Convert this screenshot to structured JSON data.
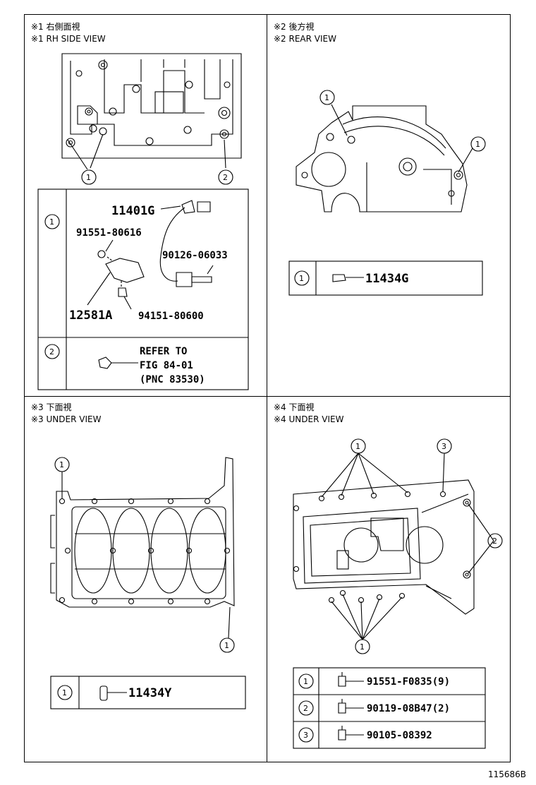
{
  "views": {
    "v1": {
      "title_jp": "※1 右側面視",
      "title_en": "※1 RH SIDE VIEW"
    },
    "v2": {
      "title_jp": "※2 後方視",
      "title_en": "※2 REAR VIEW"
    },
    "v3": {
      "title_jp": "※3 下面視",
      "title_en": "※3 UNDER VIEW"
    },
    "v4": {
      "title_jp": "※4 下面視",
      "title_en": "※4 UNDER VIEW"
    }
  },
  "callouts": {
    "c1": "1",
    "c2": "2",
    "c3": "3"
  },
  "parts": {
    "p11401G": "11401G",
    "p91551_80616": "91551-80616",
    "p90126_06033": "90126-06033",
    "p12581A": "12581A",
    "p94151_80600": "94151-80600",
    "refer1": "REFER TO",
    "refer2": "FIG 84-01",
    "refer3": "(PNC 83530)",
    "p11434G": "11434G",
    "p11434Y": "11434Y",
    "p91551F": "91551-F0835(9)",
    "p90119": "90119-08B47(2)",
    "p90105": "90105-08392"
  },
  "figure_number": "115686B"
}
